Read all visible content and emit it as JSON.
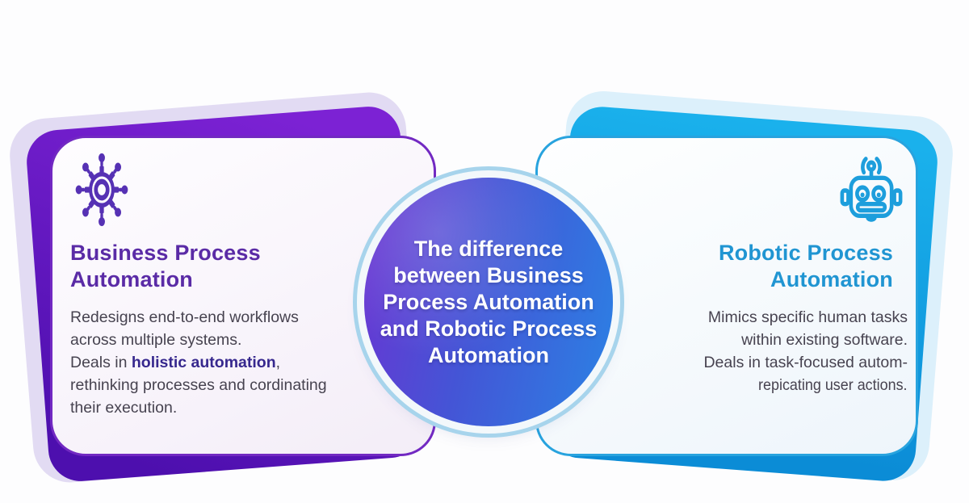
{
  "center": {
    "title_lines": [
      "The difference",
      "between Business",
      "Process Automation",
      "and Robotic Process",
      "Automation"
    ]
  },
  "left": {
    "heading_lines": [
      "Business Process",
      "Automation"
    ],
    "body": {
      "line1": "Redesigns end-to-end workflows",
      "line2": "across multiple systems.",
      "line3_prefix": "Deals in ",
      "line3_bold": "holistic automation",
      "line3_suffix": ",",
      "line4": "rethinking processes and cordinating",
      "line5": "their execution."
    },
    "icon": "process-gear-icon"
  },
  "right": {
    "heading_lines": [
      "Robotic Process",
      "Automation"
    ],
    "body": {
      "line1": "Mimics specific human tasks",
      "line2": "within existing software.",
      "line3": "Deals in task-focused autom-",
      "line4": "repicating user actions."
    },
    "icon": "robot-icon"
  },
  "colors": {
    "purple_accent": "#5a2ba6",
    "purple_border": "#7229c2",
    "purple_backing": "#5d13c0",
    "cyan_accent": "#2095d2",
    "cyan_border": "#28a3de",
    "cyan_backing": "#12a2e4",
    "highlight_indigo": "#37288e",
    "body_text": "#474350",
    "circle_gradient_left": "#6c33d2",
    "circle_gradient_right": "#2b82e4",
    "circle_ring": "#a7d4ec"
  }
}
